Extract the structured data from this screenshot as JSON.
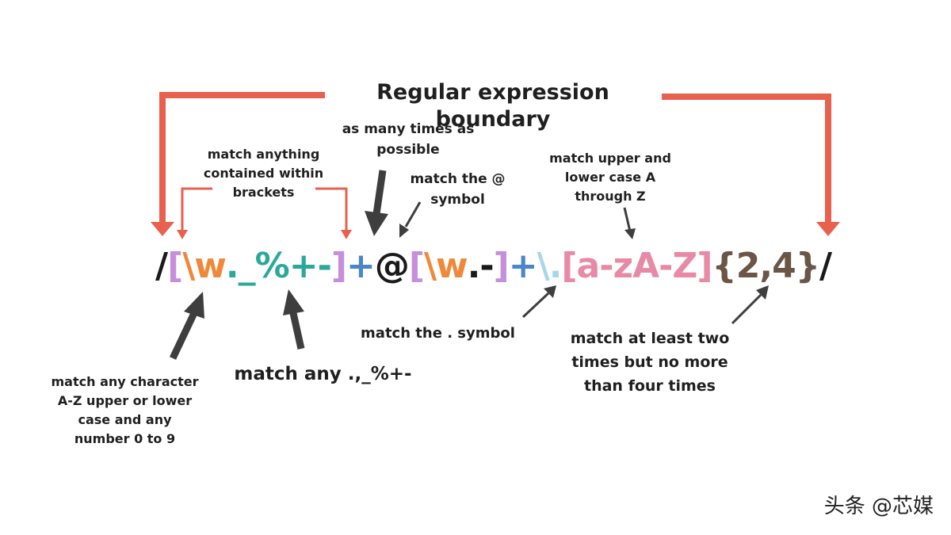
{
  "title": "Regular expression boundary",
  "labels": {
    "brackets": "match anything\ncontained within\nbrackets",
    "times": "as many times as\npossible",
    "at": "match the @\nsymbol",
    "az": "match upper and\nlower case A\nthrough Z",
    "any_char": "match any character\nA-Z upper or lower\ncase and any\nnumber 0 to 9",
    "any_symbols": "match any .,_%+-",
    "dot": "match the .  symbol",
    "count": "match at least two\ntimes but no more\nthan four times"
  },
  "regex_tokens": [
    {
      "text": "/",
      "color": "#1a1a1a"
    },
    {
      "text": "[",
      "color": "#c58fdc"
    },
    {
      "text": "\\w",
      "color": "#f0883a"
    },
    {
      "text": "._%+-",
      "color": "#2aa99b"
    },
    {
      "text": "]",
      "color": "#c58fdc"
    },
    {
      "text": "+",
      "color": "#4a86c8"
    },
    {
      "text": "@",
      "color": "#1a1a1a"
    },
    {
      "text": "[",
      "color": "#c58fdc"
    },
    {
      "text": "\\w",
      "color": "#f0883a"
    },
    {
      "text": ".-",
      "color": "#1a1a1a"
    },
    {
      "text": "]",
      "color": "#c58fdc"
    },
    {
      "text": "+",
      "color": "#4a86c8"
    },
    {
      "text": "\\.",
      "color": "#a8d8e8"
    },
    {
      "text": "[a-zA-Z]",
      "color": "#e88aa6"
    },
    {
      "text": "{2,4}",
      "color": "#6b5546"
    },
    {
      "text": "/",
      "color": "#1a1a1a"
    }
  ],
  "watermark": "头条 @芯媒",
  "colors": {
    "boundary": "#e8614f",
    "arrow": "#3e3e3e"
  }
}
